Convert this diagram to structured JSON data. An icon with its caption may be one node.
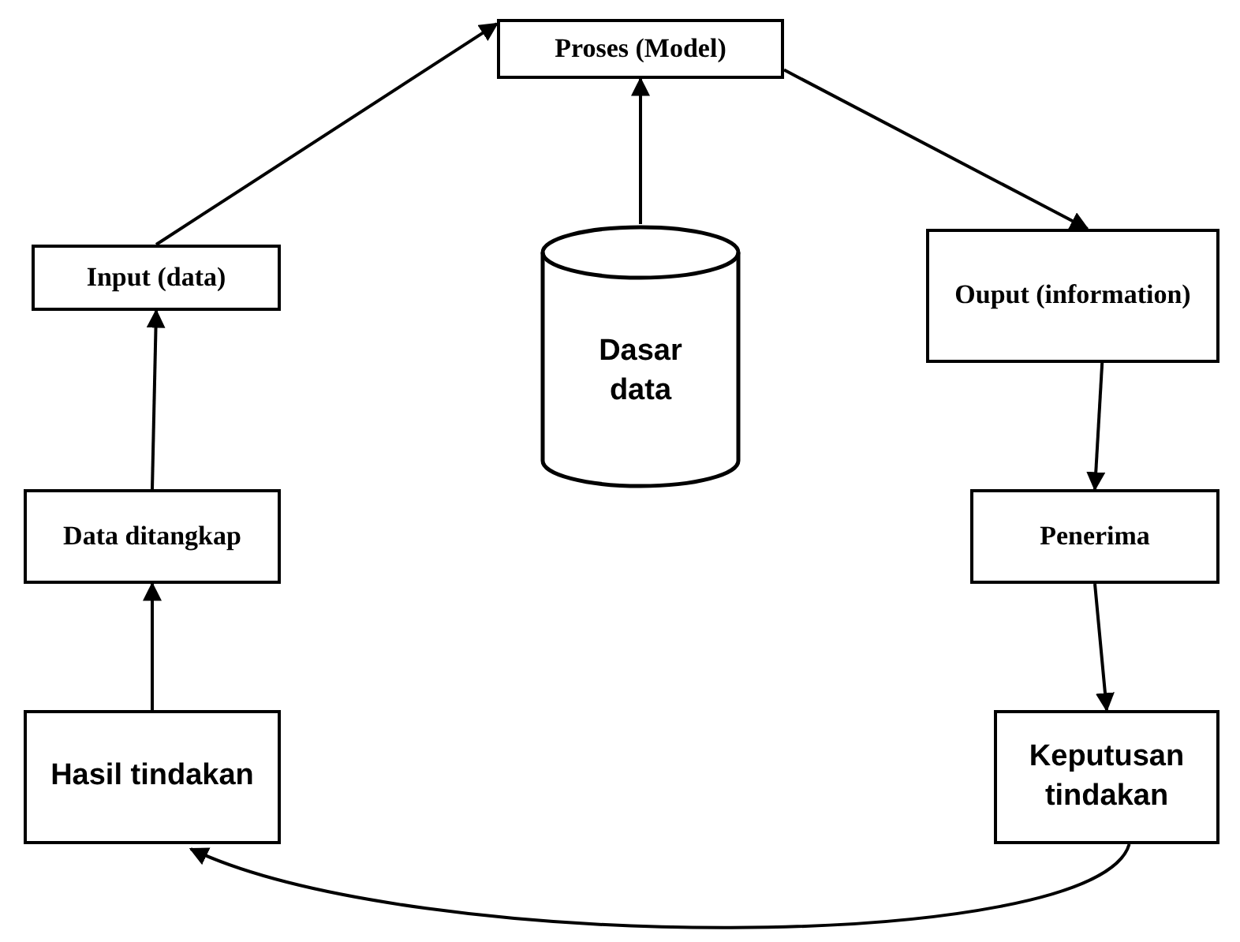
{
  "diagram": {
    "nodes": [
      {
        "text": [
          "Proses (Model)"
        ]
      },
      {
        "text": [
          "Input (data)"
        ]
      },
      {
        "text": [
          "Dasar data"
        ]
      },
      {
        "text": [
          "Ouput (information)"
        ]
      },
      {
        "text": [
          "Data ditangkap"
        ]
      },
      {
        "text": [
          "Penerima"
        ]
      },
      {
        "text": [
          "Hasil tindakan"
        ]
      },
      {
        "text": [
          "Keputusan tindakan"
        ]
      }
    ],
    "edges": [
      {
        "from": 1,
        "to": 0,
        "arrow": "to"
      },
      {
        "from": 2,
        "to": 0,
        "arrow": "to"
      },
      {
        "from": 0,
        "to": 3,
        "arrow": "to"
      },
      {
        "from": 3,
        "to": 5,
        "arrow": "to"
      },
      {
        "from": 5,
        "to": 7,
        "arrow": "to"
      },
      {
        "from": 7,
        "to": 6,
        "arrow": "to"
      },
      {
        "from": 6,
        "to": 4,
        "arrow": "to"
      },
      {
        "from": 4,
        "to": 1,
        "arrow": "to"
      }
    ]
  }
}
